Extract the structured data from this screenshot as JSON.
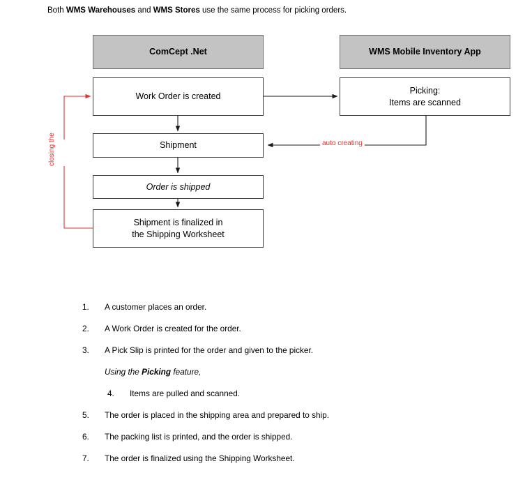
{
  "intro": {
    "prefix": "Both ",
    "bold1": "WMS Warehouses",
    "middle": " and ",
    "bold2": "WMS Stores",
    "suffix": " use the same process for picking orders."
  },
  "diagram": {
    "nodes": {
      "comcept_header": "ComCept .Net",
      "wms_app_header": "WMS Mobile Inventory App",
      "work_order": "Work Order is created",
      "picking_line1": "Picking:",
      "picking_line2": "Items are scanned",
      "shipment": "Shipment",
      "order_shipped": "Order is shipped",
      "finalized_line1": "Shipment is finalized in",
      "finalized_line2": "the Shipping Worksheet"
    },
    "edge_labels": {
      "auto_creating": "auto creating",
      "closing_the": "closing the"
    },
    "colors": {
      "header_fill": "#c3c3c3",
      "node_border": "#3b3b3b",
      "node_fill": "#ffffff",
      "arrow_black": "#1a1a1a",
      "arrow_red": "#e0322f",
      "label_red": "#e0322f"
    }
  },
  "steps": [
    {
      "number": "1.",
      "text": "A customer places an order.",
      "style": "normal"
    },
    {
      "number": "2.",
      "text": "A Work Order is created for the order.",
      "style": "normal"
    },
    {
      "number": "3.",
      "text": "A Pick Slip is printed for the order and given to the picker.",
      "style": "normal"
    },
    {
      "number": "",
      "text_before": "Using the ",
      "text_bold": "Picking",
      "text_after": " feature,",
      "style": "note"
    },
    {
      "number": "4.",
      "text": "Items are pulled and scanned.",
      "style": "sub"
    },
    {
      "number": "5.",
      "text": "The order is placed in the shipping area and prepared to ship.",
      "style": "normal"
    },
    {
      "number": "6.",
      "text": "The packing list is printed, and the order is shipped.",
      "style": "normal"
    },
    {
      "number": "7.",
      "text": "The order is finalized using the Shipping Worksheet.",
      "style": "normal"
    }
  ]
}
